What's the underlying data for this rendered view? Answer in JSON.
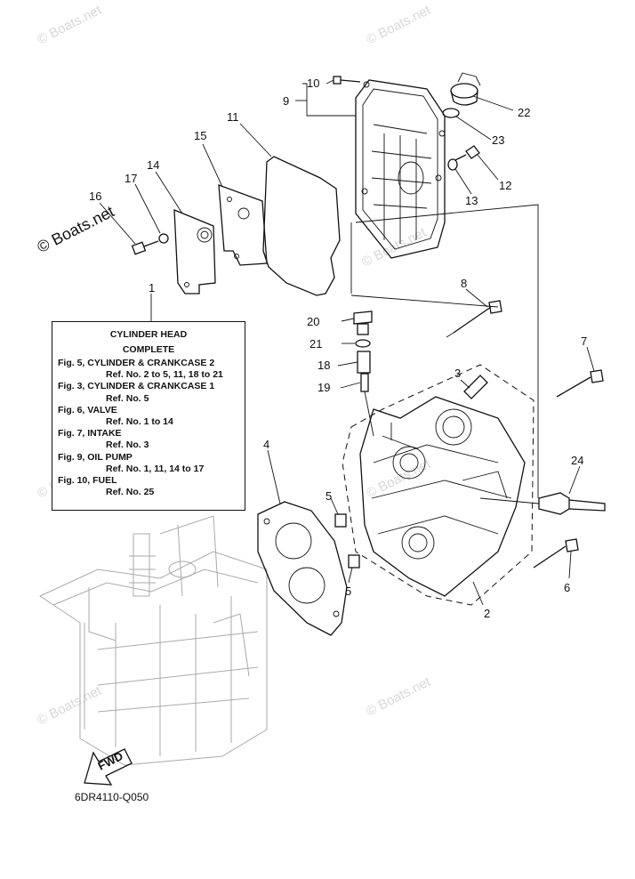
{
  "diagram_code": "6DR4110-Q050",
  "brand_watermark": "© Boats.net",
  "faint_watermark": "© Boats.net",
  "legend": {
    "title_line1": "CYLINDER HEAD",
    "title_line2": "COMPLETE",
    "entries": [
      {
        "fig": "Fig. 5, CYLINDER & CRANKCASE 2",
        "ref": "Ref. No. 2 to 5, 11, 18 to 21"
      },
      {
        "fig": "Fig. 3, CYLINDER & CRANKCASE 1",
        "ref": "Ref. No. 5"
      },
      {
        "fig": "Fig. 6, VALVE",
        "ref": "Ref. No. 1 to 14"
      },
      {
        "fig": "Fig. 7, INTAKE",
        "ref": "Ref. No. 3"
      },
      {
        "fig": "Fig. 9, OIL PUMP",
        "ref": "Ref. No. 1, 11, 14 to 17"
      },
      {
        "fig": "Fig. 10, FUEL",
        "ref": "Ref. No. 25"
      }
    ]
  },
  "callouts": {
    "c1": "1",
    "c2": "2",
    "c3": "3",
    "c4": "4",
    "c5a": "5",
    "c5b": "5",
    "c6": "6",
    "c7": "7",
    "c8": "8",
    "c9": "9",
    "c10": "10",
    "c11": "11",
    "c12": "12",
    "c13": "13",
    "c14": "14",
    "c15": "15",
    "c16": "16",
    "c17": "17",
    "c18": "18",
    "c19": "19",
    "c20": "20",
    "c21": "21",
    "c22": "22",
    "c23": "23",
    "c24": "24"
  },
  "fwd_label": "FWD"
}
